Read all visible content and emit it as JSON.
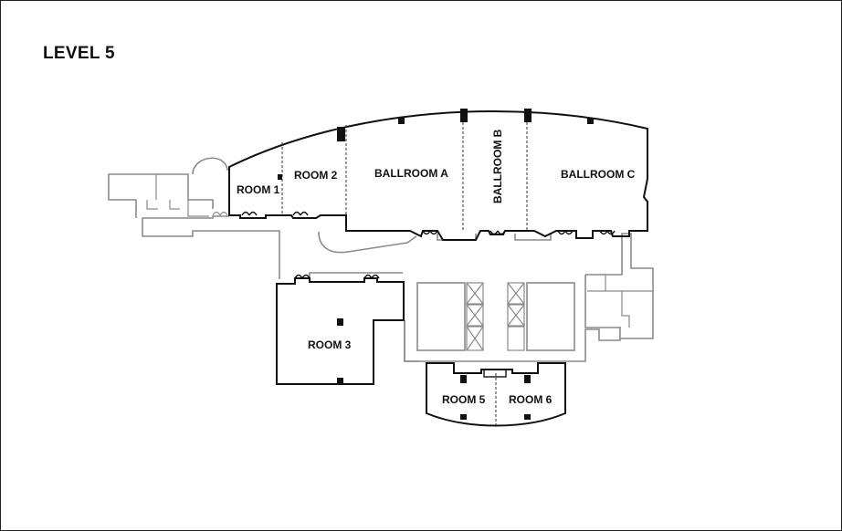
{
  "map": {
    "title": "LEVEL 5",
    "rooms": {
      "room1": "ROOM 1",
      "room2": "ROOM 2",
      "ballroom_a": "BALLROOM A",
      "ballroom_b": "BALLROOM B",
      "ballroom_c": "BALLROOM C",
      "room3": "ROOM 3",
      "room5": "ROOM 5",
      "room6": "ROOM 6"
    },
    "colors": {
      "room_walls": "#111111",
      "service_areas": "#8a8a8a"
    }
  }
}
